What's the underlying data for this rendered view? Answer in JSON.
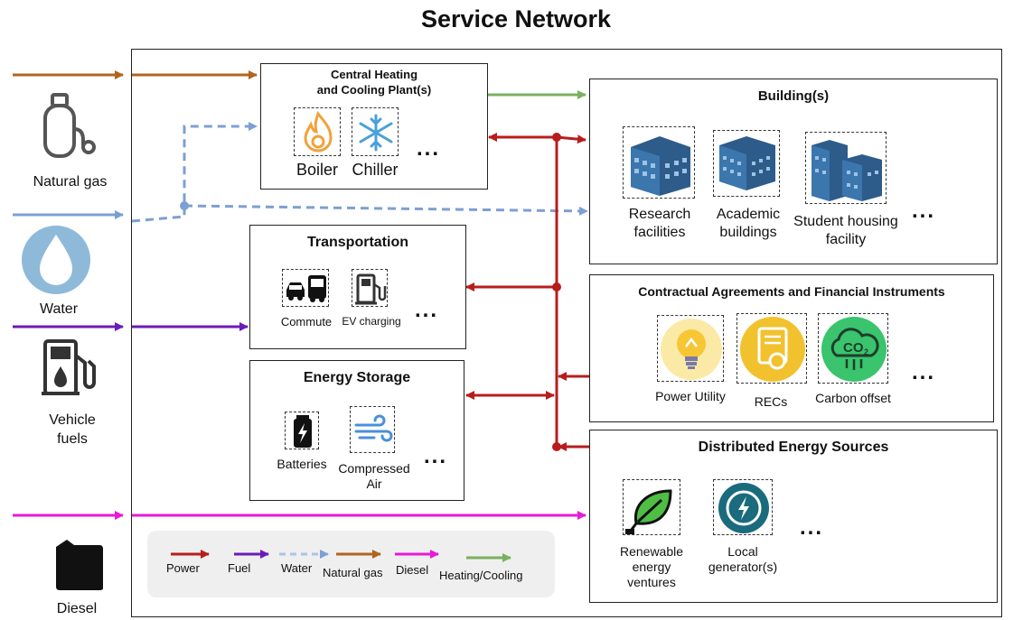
{
  "title": "Service Network",
  "colors": {
    "power": "#b81d1d",
    "fuel": "#6a1bb9",
    "water": "#7d9fd3",
    "natural_gas": "#b1651e",
    "diesel": "#e61ad8",
    "heating_cooling": "#7ab060"
  },
  "sources": {
    "natural_gas": "Natural gas",
    "water": "Water",
    "vehicle_fuels_line1": "Vehicle",
    "vehicle_fuels_line2": "fuels",
    "diesel": "Diesel"
  },
  "central_plant": {
    "title_line1": "Central Heating",
    "title_line2": "and Cooling Plant(s)",
    "items": [
      "Boiler",
      "Chiller"
    ],
    "more": "..."
  },
  "buildings": {
    "title": "Building(s)",
    "items": [
      {
        "line1": "Research",
        "line2": "facilities"
      },
      {
        "line1": "Academic",
        "line2": "buildings"
      },
      {
        "line1": "Student housing",
        "line2": "facility"
      }
    ],
    "more": "..."
  },
  "transportation": {
    "title": "Transportation",
    "items": [
      "Commute",
      "EV charging"
    ],
    "more": "..."
  },
  "contracts": {
    "title": "Contractual Agreements and Financial Instruments",
    "items": [
      "Power Utility",
      "RECs",
      "Carbon offset"
    ],
    "co2_text": "CO",
    "co2_sub": "2",
    "more": "..."
  },
  "storage": {
    "title": "Energy Storage",
    "items": [
      "Batteries"
    ],
    "compressed_line1": "Compressed",
    "compressed_line2": "Air",
    "more": "..."
  },
  "distributed": {
    "title": "Distributed Energy Sources",
    "items": [
      {
        "line1": "Renewable",
        "line2": "energy",
        "line3": "ventures"
      },
      {
        "line1": "Local",
        "line2": "generator(s)"
      }
    ],
    "more": "..."
  },
  "legend": {
    "items": [
      "Power",
      "Fuel",
      "Water",
      "Natural gas",
      "Diesel",
      "Heating/Cooling"
    ]
  }
}
